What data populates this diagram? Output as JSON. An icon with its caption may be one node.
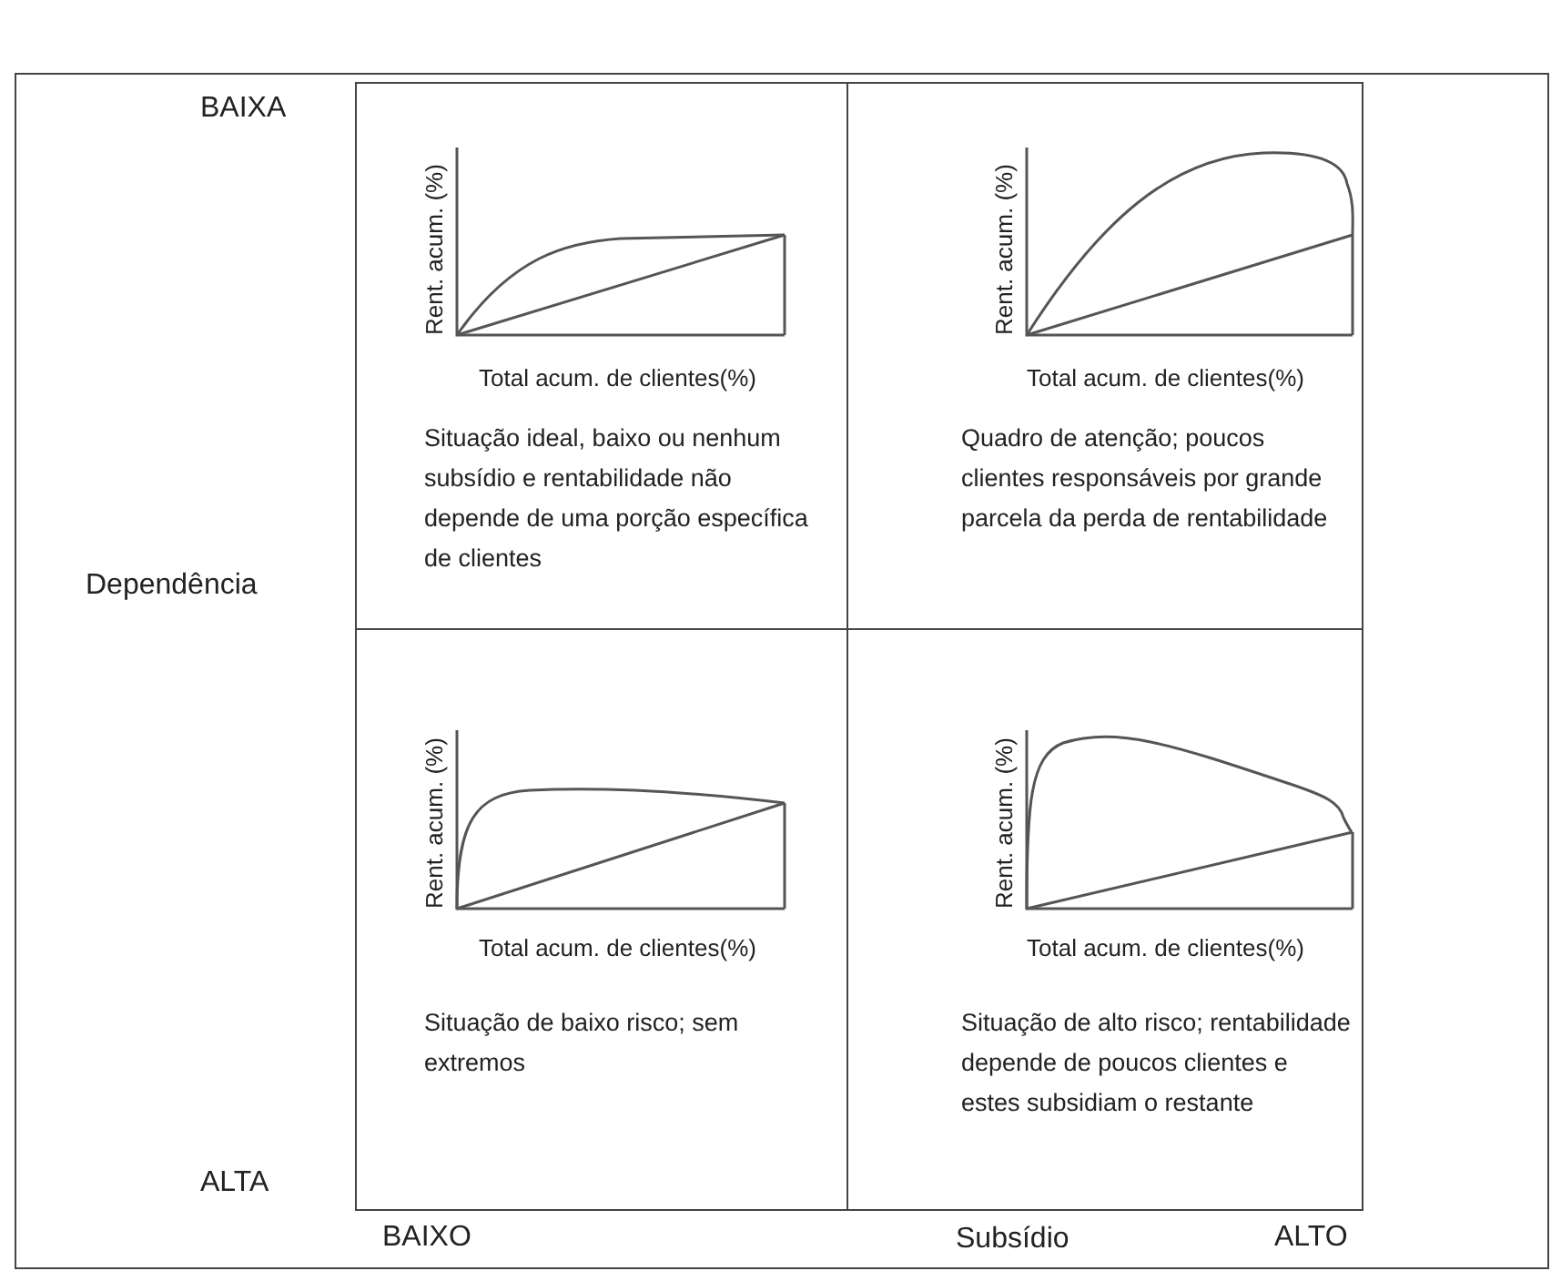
{
  "diagram": {
    "nodes": [
      {
        "text": [
          "Rent. acum. (%)",
          "Total acum. de clientes(%)",
          "Situação ideal, baixo ou nenhum subsídio e rentabilidade não depende de uma porção específica de clientes"
        ]
      },
      {
        "text": [
          "Rent. acum. (%)",
          "Total acum. de clientes(%)",
          "Quadro de atenção; poucos clientes responsáveis por grande parcela da perda de rentabilidade"
        ]
      },
      {
        "text": [
          "Rent. acum. (%)",
          "Total acum. de clientes(%)",
          "Situação de baixo risco; sem extremos"
        ]
      },
      {
        "text": [
          "Rent. acum. (%)",
          "Total acum. de clientes(%)",
          "Situação de alto risco; rentabilidade depende de poucos clientes e estes subsidiam o restante"
        ]
      }
    ],
    "edges": [],
    "labels": [
      "BAIXA",
      "Dependência",
      "ALTA",
      "BAIXO",
      "Subsídio",
      "ALTO"
    ]
  }
}
